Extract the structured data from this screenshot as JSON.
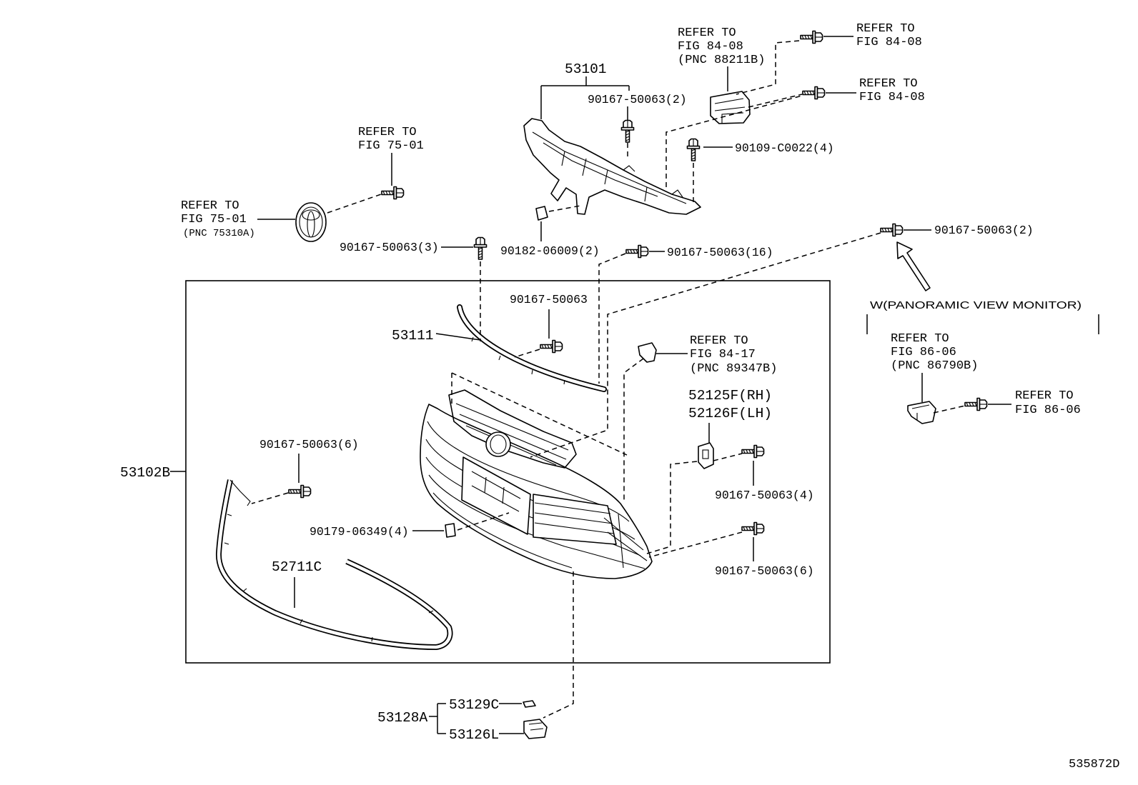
{
  "parts": {
    "p53101": "53101",
    "p53102B": "53102B",
    "p53111": "53111",
    "p52711C": "52711C",
    "p52125F": "52125F(RH)",
    "p52126F": "52126F(LH)",
    "p53128A": "53128A",
    "p53129C": "53129C",
    "p53126L": "53126L"
  },
  "fasteners": {
    "support_bolt": "90167-50063(2)",
    "bolt_90109": "90109-C0022(4)",
    "upper_bolt_3": "90167-50063(3)",
    "clip_90182": "90182-06009(2)",
    "grille_bolt_16": "90167-50063(16)",
    "monitor_bolt": "90167-50063(2)",
    "molding_bolt": "90167-50063",
    "left_bolt_6": "90167-50063(6)",
    "right_bolt_4": "90167-50063(4)",
    "nut_90179": "90179-06349(4)",
    "right_bolt_6": "90167-50063(6)"
  },
  "references": {
    "sensor_bracket": [
      "REFER TO",
      "FIG 84-08",
      "(PNC 88211B)"
    ],
    "sensor_bolt_upper": [
      "REFER TO",
      "FIG 84-08"
    ],
    "sensor_bolt_lower": [
      "REFER TO",
      "FIG 84-08"
    ],
    "emblem_bolt": [
      "REFER TO",
      "FIG 75-01"
    ],
    "emblem": [
      "REFER TO",
      "FIG 75-01",
      "(PNC 75310A)"
    ],
    "bracket_84_17": [
      "REFER TO",
      "FIG 84-17",
      "(PNC 89347B)"
    ],
    "camera": [
      "REFER TO",
      "FIG 86-06",
      "(PNC 86790B)"
    ],
    "camera_bolt": [
      "REFER TO",
      "FIG 86-06"
    ]
  },
  "notes": {
    "panoramic_monitor": "W(PANORAMIC VIEW MONITOR)"
  },
  "illustration_id": "535872D"
}
